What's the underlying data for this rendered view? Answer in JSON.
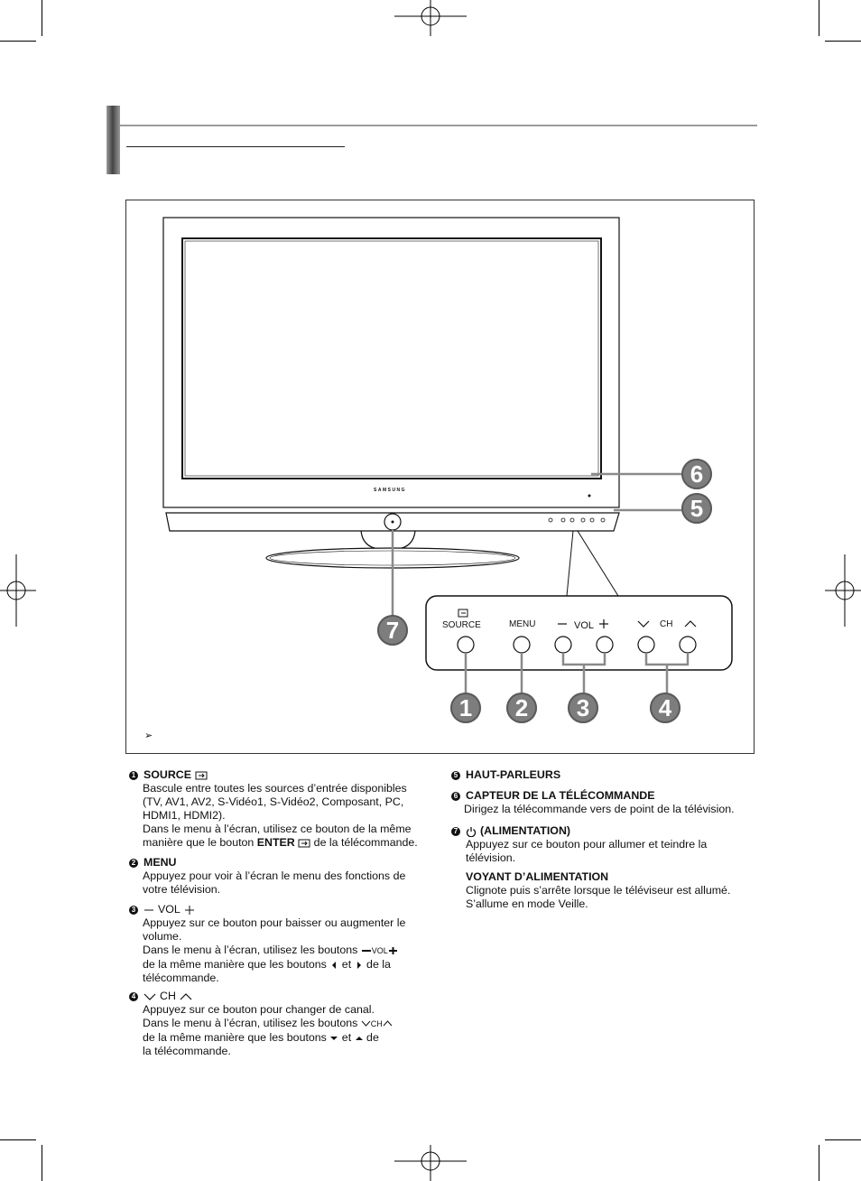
{
  "figure": {
    "brand": "SAMSUNG",
    "panel_labels": {
      "source": "SOURCE",
      "menu": "MENU",
      "vol": "VOL",
      "ch": "CH"
    },
    "callouts": [
      "1",
      "2",
      "3",
      "4",
      "5",
      "6",
      "7"
    ],
    "note_arrow": "➢"
  },
  "left_column": {
    "item1": {
      "num": "1",
      "title": "SOURCE",
      "lines": [
        "Bascule entre toutes les sources d’entrée disponibles",
        "(TV, AV1, AV2, S-Vidéo1, S-Vidéo2, Composant, PC,",
        "HDMI1, HDMI2).",
        "Dans le menu à l’écran, utilisez ce bouton de la même"
      ],
      "line5_pre": "manière que le bouton",
      "line5_bold": "ENTER",
      "line5_post": "de la télécommande."
    },
    "item2": {
      "num": "2",
      "title": "MENU",
      "lines": [
        "Appuyez pour voir à l’écran le menu des fonctions de",
        "votre télévision."
      ]
    },
    "item3": {
      "num": "3",
      "title": "VOL",
      "lines": [
        "Appuyez sur ce bouton pour baisser ou augmenter le",
        "volume."
      ],
      "line3_pre": "Dans le menu à l’écran, utilisez les boutons",
      "line3_vol": "VOL",
      "line4_pre": "de la même manière que les boutons",
      "line4_mid": "et",
      "line4_post": "de la",
      "line5": "télécommande."
    },
    "item4": {
      "num": "4",
      "title": "CH",
      "line1": "Appuyez sur ce bouton pour changer de canal.",
      "line2_pre": "Dans le menu à l’écran, utilisez les boutons",
      "line2_ch": "CH",
      "line3_pre": "de la même manière que les boutons",
      "line3_mid": "et",
      "line3_post": "de",
      "line4": "la télécommande."
    }
  },
  "right_column": {
    "item5": {
      "num": "5",
      "title": "HAUT-PARLEURS"
    },
    "item6": {
      "num": "6",
      "title": "CAPTEUR DE LA TÉLÉCOMMANDE",
      "line1": "Dirigez la télécommande vers de point de la télévision."
    },
    "item7": {
      "num": "7",
      "title": "(ALIMENTATION)",
      "lines": [
        "Appuyez sur ce bouton pour allumer et teindre la",
        "télévision."
      ],
      "subtitle": "VOYANT D’ALIMENTATION",
      "sublines": [
        "Clignote puis s’arrête lorsque le téléviseur est allumé.",
        "S’allume en mode Veille."
      ]
    }
  }
}
